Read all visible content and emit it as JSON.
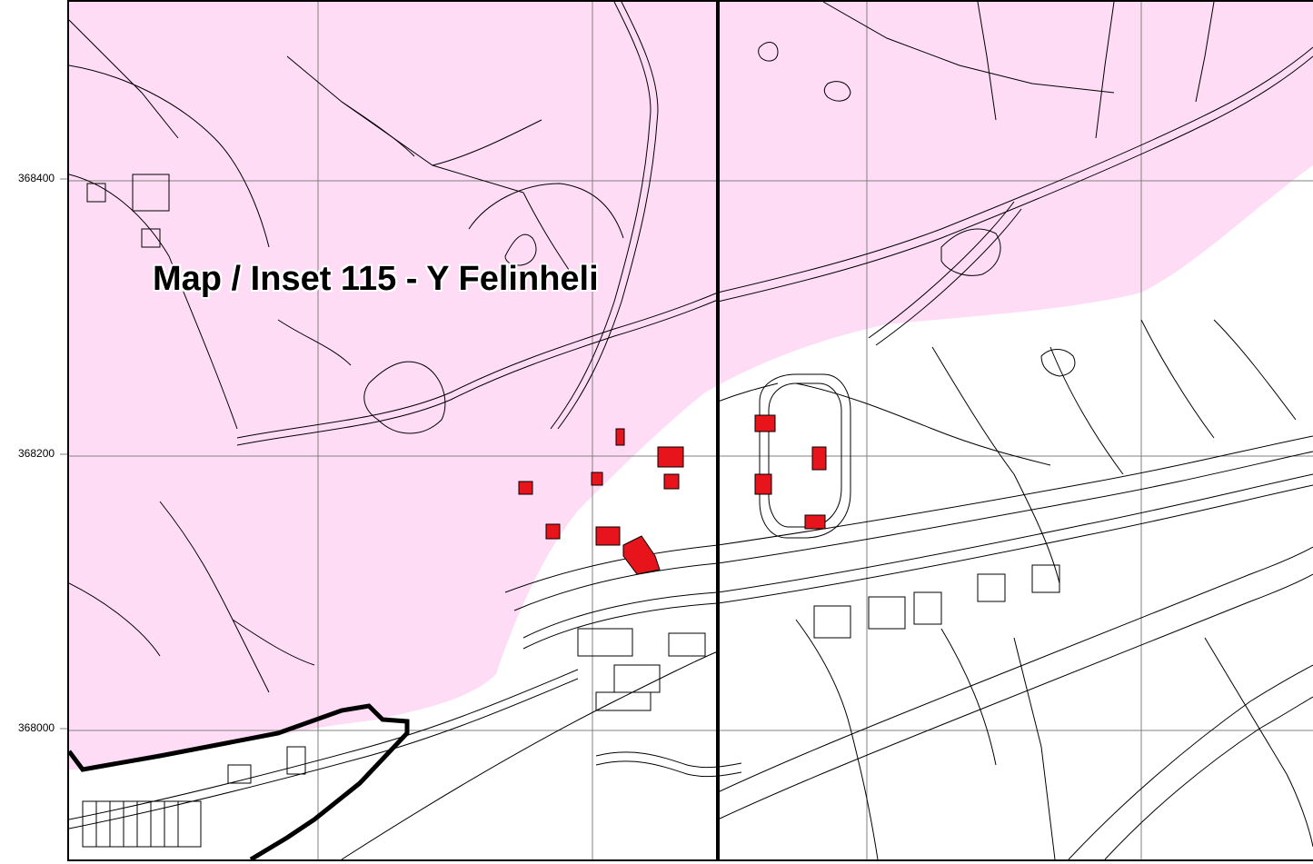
{
  "map": {
    "title": "Map / Inset 115 - Y Felinheli",
    "northing_labels": [
      "368400",
      "368200",
      "368000"
    ],
    "colors": {
      "designated_area_fill": "#ffdcf5",
      "building_fill": "#e8141c",
      "linework": "#000000",
      "background": "#ffffff",
      "grid": "#808080"
    }
  }
}
